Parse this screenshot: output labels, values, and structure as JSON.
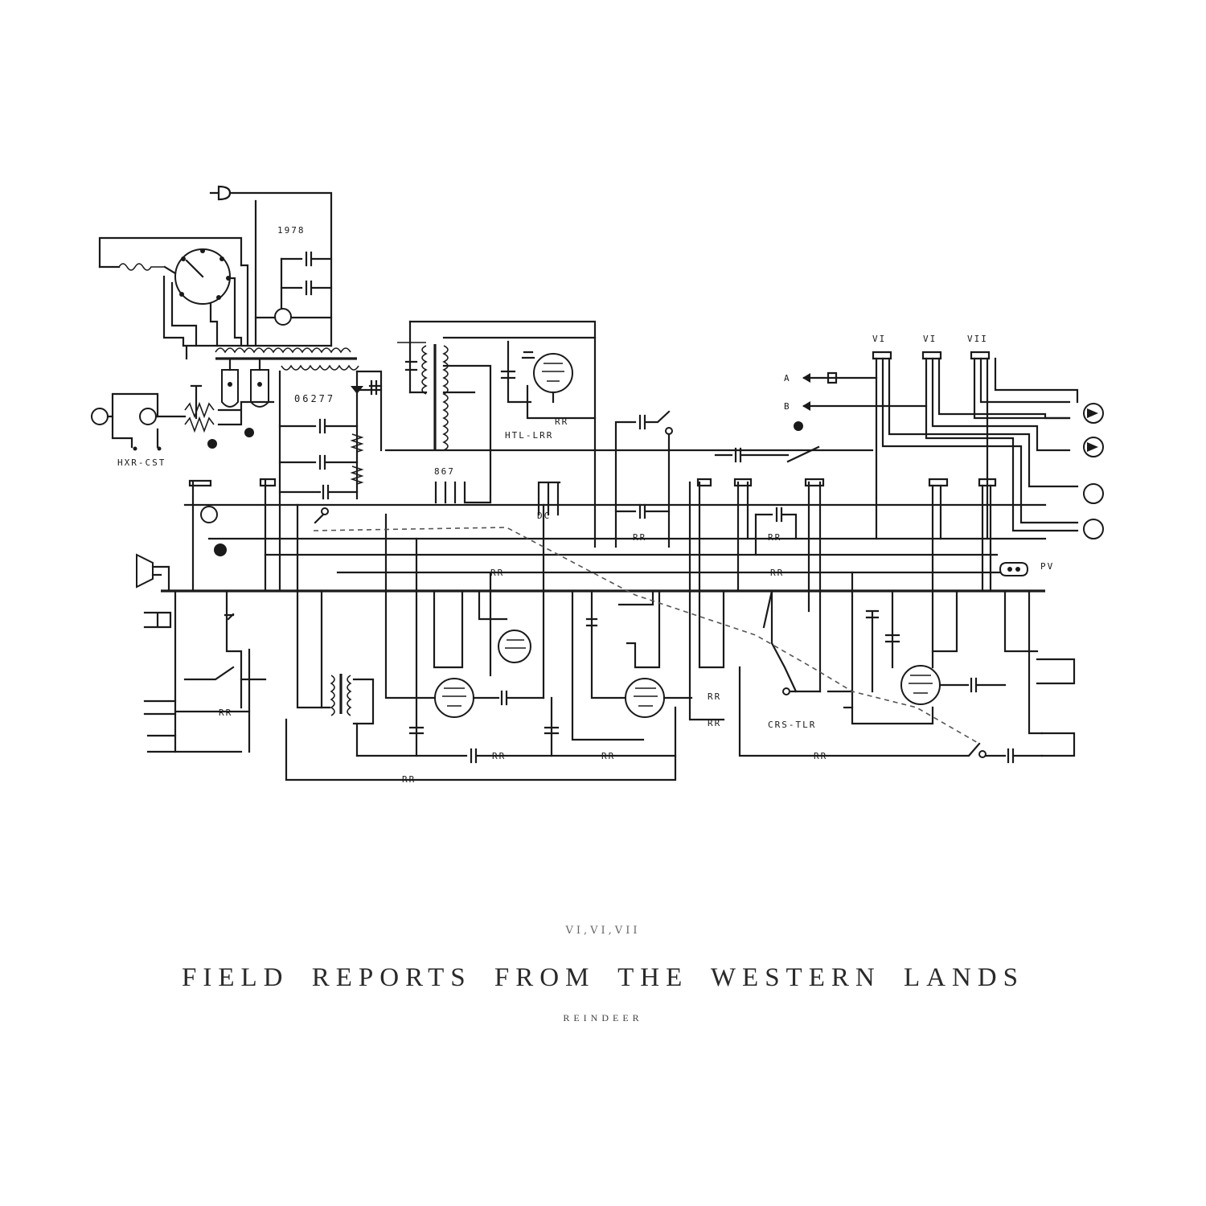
{
  "schematic": {
    "labels": {
      "top_number": "1978",
      "transformer_code": "06277",
      "left_code": "HXR-CST",
      "tube_code": "HTL-LRR",
      "small_code": "867",
      "dc": "DC",
      "bottom_code": "CRS-TLR",
      "out_a": "A",
      "out_b": "B",
      "tube_v1": "VI",
      "tube_v2": "VI",
      "tube_v3": "VII",
      "pv": "PV"
    }
  },
  "caption": {
    "roman": "VI,VI,VII",
    "title": "FIELD REPORTS FROM THE WESTERN LANDS",
    "artist": "REINDEER"
  }
}
